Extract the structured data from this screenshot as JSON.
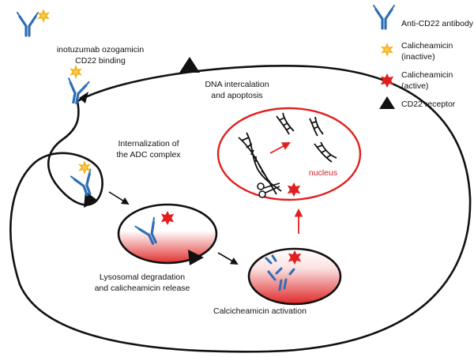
{
  "labels": {
    "binding_l1": "inotuzumab ozogamicin",
    "binding_l2": "CD22 binding",
    "dna_l1": "DNA intercalation",
    "dna_l2": "and apoptosis",
    "intern_l1": "Internalization of",
    "intern_l2": "the ADC complex",
    "nucleus": "nucleus",
    "lyso_l1": "Lysosomal degradation",
    "lyso_l2": "and calicheamicin release",
    "activation": "Calcicheamicin activation"
  },
  "legend": [
    {
      "icon": "antibody-icon",
      "lines": [
        "Anti-CD22 antibody"
      ]
    },
    {
      "icon": "star-yellow-icon",
      "lines": [
        "Calicheamicin",
        "(inactive)"
      ]
    },
    {
      "icon": "star-red-icon",
      "lines": [
        "Calicheamicin",
        "(active)"
      ]
    },
    {
      "icon": "triangle-icon",
      "lines": [
        "CD22 receptor"
      ]
    }
  ],
  "colors": {
    "antibody": "#2e6eb5",
    "inactive_star": "#f2b21c",
    "active_star": "#e02020",
    "nucleus_ring": "#e02020",
    "arrow_red": "#e02020",
    "outline": "#111111"
  }
}
